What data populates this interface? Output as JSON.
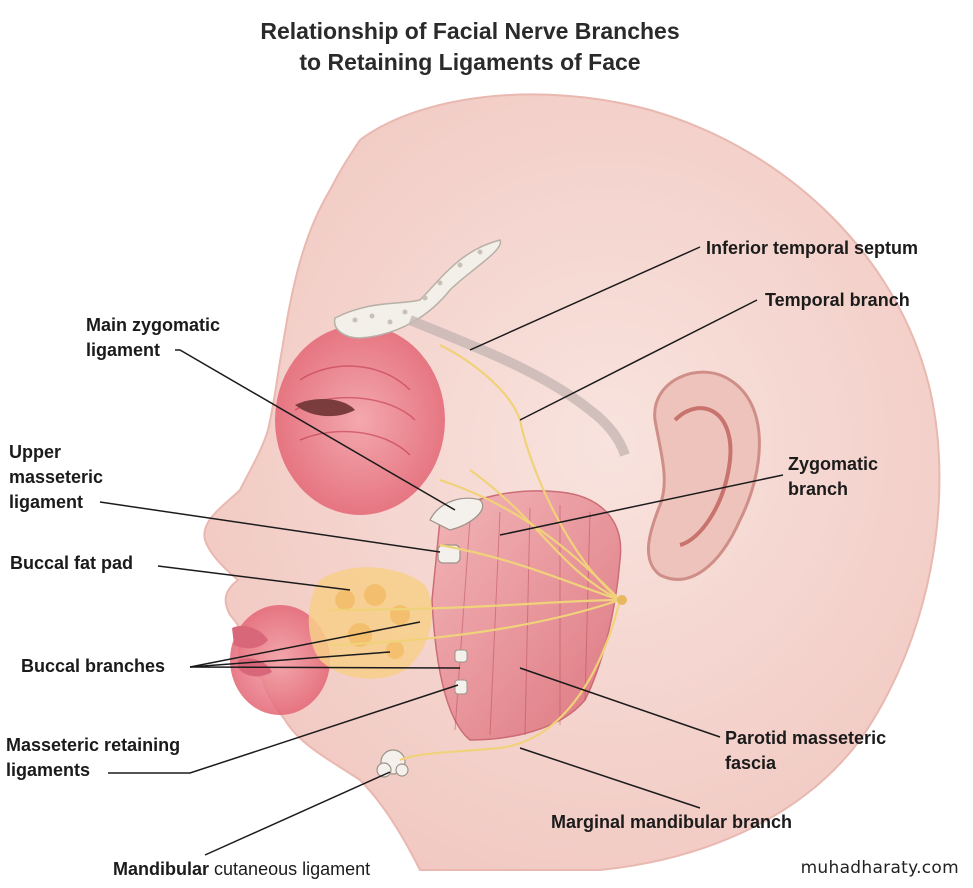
{
  "title": {
    "line1": "Relationship of Facial Nerve Branches",
    "line2": "to Retaining Ligaments of Face"
  },
  "labels": {
    "inferior_temporal_septum": "Inferior temporal septum",
    "temporal_branch": "Temporal branch",
    "main_zygomatic_ligament": [
      "Main zygomatic",
      "ligament"
    ],
    "zygomatic_branch": [
      "Zygomatic",
      "branch"
    ],
    "upper_masseteric_ligament": [
      "Upper",
      "masseteric",
      "ligament"
    ],
    "buccal_fat_pad": "Buccal fat pad",
    "buccal_branches": "Buccal branches",
    "masseteric_retaining_ligaments": [
      "Masseteric retaining",
      "ligaments"
    ],
    "parotid_masseteric_fascia": [
      "Parotid masseteric",
      "fascia"
    ],
    "marginal_mandibular_branch": "Marginal mandibular branch",
    "mandibular_cutaneous_ligament": [
      "Mandibular",
      "cutaneous ligament"
    ]
  },
  "watermark": "muhadharaty.com",
  "colors": {
    "skin": "#f6d9d3",
    "muscle": "#e0596a",
    "nerve": "#f0d27a",
    "fat": "#f7cf8a",
    "leader_line": "#1b1b1b"
  }
}
